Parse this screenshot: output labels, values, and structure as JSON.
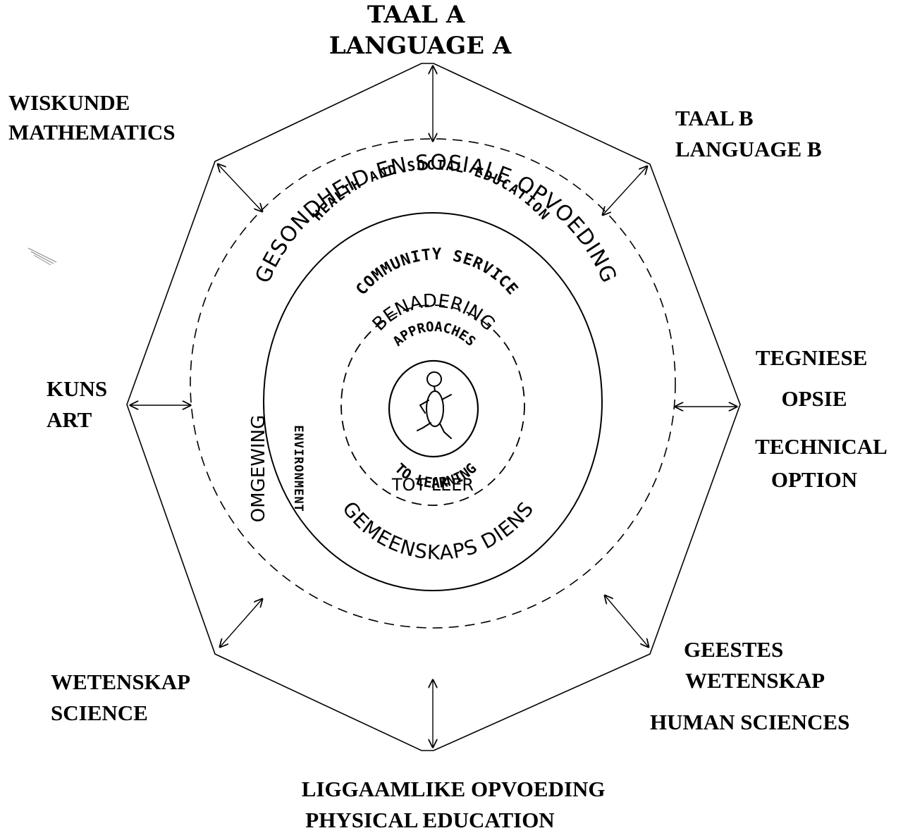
{
  "outer_labels": {
    "top": [
      "TAAL A",
      "LANGUAGE A"
    ],
    "top_left": [
      "WISKUNDE",
      "MATHEMATICS"
    ],
    "top_right": [
      "TAAL B",
      "LANGUAGE B"
    ],
    "left": [
      "KUNS",
      "ART"
    ],
    "right_1": [
      "TEGNIESE",
      "OPSIE"
    ],
    "right_2": [
      "TECHNICAL",
      "OPTION"
    ],
    "bottom_left": [
      "WETENSKAP",
      "SCIENCE"
    ],
    "bottom_right_1": [
      "GEESTES",
      "WETENSKAP"
    ],
    "bottom_right_2": "HUMAN SCIENCES",
    "bottom": [
      "LIGGAAMLIKE OPVOEDING",
      "PHYSICAL EDUCATION"
    ]
  },
  "rings": {
    "health_af": "GESONDHEID EN SOSIALE OPVOEDING",
    "health_en": "HEALTH AND SOCIAL EDUCATION",
    "environment_af": "OMGEWING",
    "environment_en": "ENVIRONMENT",
    "community_en": "COMMUNITY SERVICE",
    "community_af": "GEMEENSKAPS DIENS",
    "approaches_af": "BENADERING",
    "approaches_en": "APPROACHES",
    "to_learning_en": "TO LEARNING",
    "to_learning_af": "TOT LEER"
  }
}
